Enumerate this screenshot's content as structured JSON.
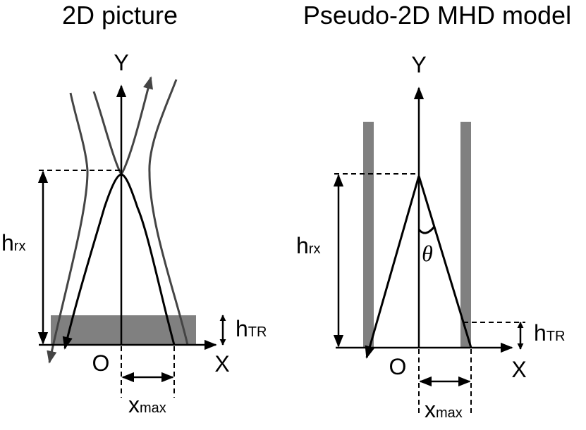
{
  "left_panel": {
    "title": "2D picture",
    "y_axis": "Y",
    "x_axis": "X",
    "origin": "O",
    "h_rx": {
      "main": "h",
      "sub": "rx"
    },
    "h_tr": {
      "main": "h",
      "sub": "TR"
    },
    "x_max": {
      "main": "x",
      "sub": "max"
    }
  },
  "right_panel": {
    "title": "Pseudo-2D MHD model",
    "y_axis": "Y",
    "x_axis": "X",
    "origin": "O",
    "angle": "θ",
    "h_rx": {
      "main": "h",
      "sub": "rx"
    },
    "h_tr": {
      "main": "h",
      "sub": "TR"
    },
    "x_max": {
      "main": "x",
      "sub": "max"
    }
  },
  "colors": {
    "line": "#000000",
    "field_line": "#444444",
    "shading": "#808080"
  }
}
